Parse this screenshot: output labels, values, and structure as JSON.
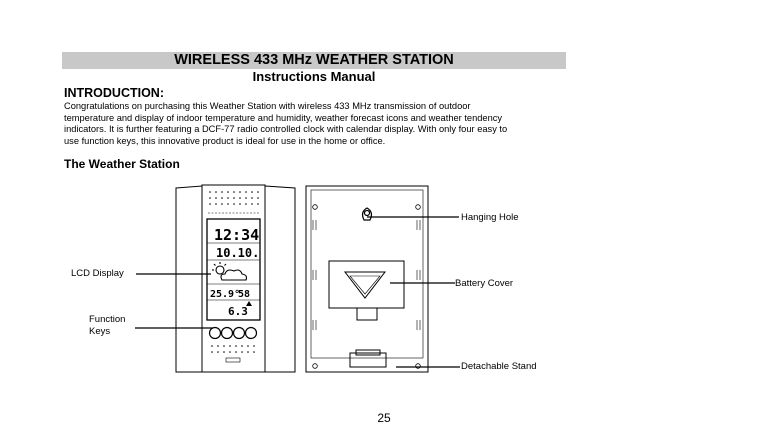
{
  "header": {
    "title": "WIRELESS 433 MHz WEATHER STATION",
    "subtitle": "Instructions Manual"
  },
  "intro": {
    "heading": "INTRODUCTION:",
    "lines": [
      "Congratulations on purchasing this Weather Station with wireless 433 MHz transmission of outdoor",
      "temperature and display of indoor temperature and humidity, weather forecast icons and weather tendency",
      "indicators. It is further featuring a DCF-77 radio controlled clock with calendar display. With only four easy to",
      "use function keys, this innovative product is ideal for use in the home or office."
    ]
  },
  "section": {
    "heading": "The Weather Station"
  },
  "figure": {
    "labels": {
      "lcd_display": "LCD Display",
      "function_keys_line1": "Function",
      "function_keys_line2": "Keys",
      "hanging_hole": "Hanging Hole",
      "battery_cover": "Battery Cover",
      "detachable_stand": "Detachable Stand"
    },
    "lcd": {
      "time": "12:34",
      "date": "10.10.",
      "indoor": "25.9°",
      "humidity": "58",
      "outdoor": "6.3"
    }
  },
  "footer": {
    "page_number": "25"
  }
}
